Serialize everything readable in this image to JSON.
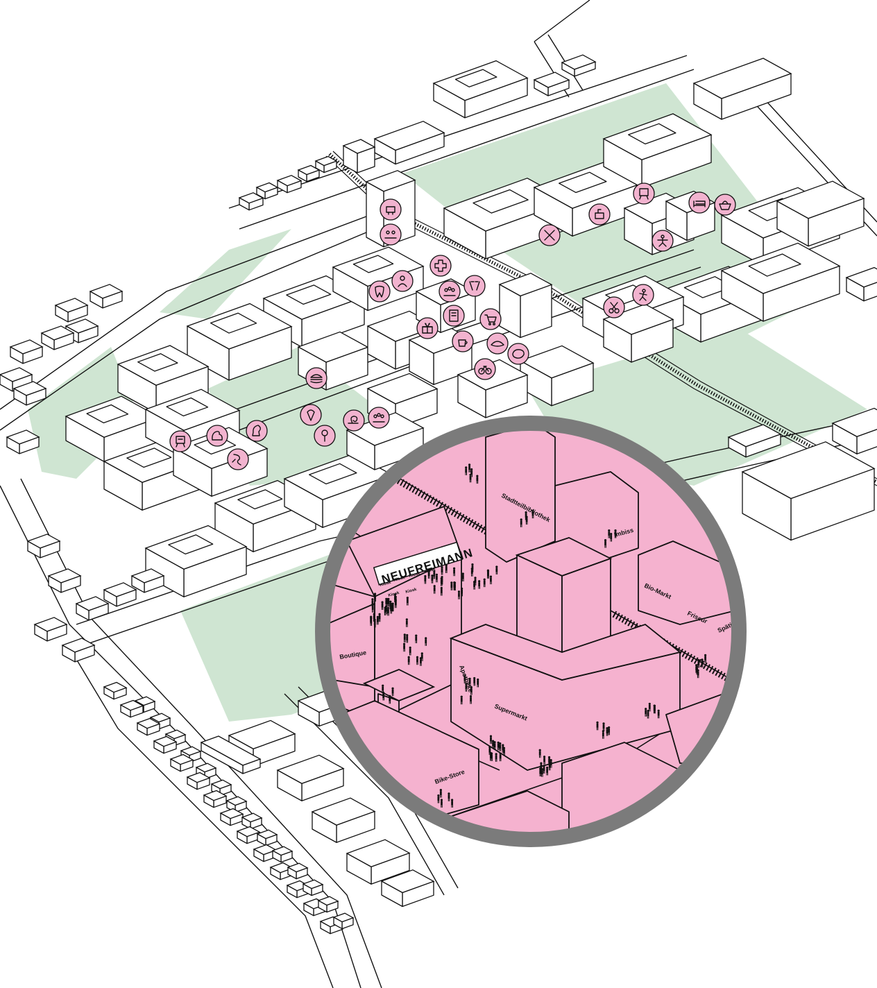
{
  "map": {
    "colors": {
      "green_space": "#cfe5d2",
      "poi_fill": "#f2b3cf",
      "zoom_fill": "#f5b2cf",
      "zoom_ring": "#7b7b7b",
      "outline": "#111111"
    },
    "poi_icons": [
      "office-icon",
      "meeting-icon",
      "pharmacy-cross-icon",
      "tooth-icon",
      "doctor-icon",
      "group-icon",
      "cheers-icon",
      "tools-icon",
      "sewing-icon",
      "shopping-cart-icon",
      "vending-icon",
      "gift-icon",
      "coffee-icon",
      "bicycle-icon",
      "meat-icon",
      "bread-icon",
      "scissors-icon",
      "yoga-icon",
      "easel-icon",
      "bed-icon",
      "basket-icon",
      "burger-icon",
      "ice-cream-icon",
      "lollipop-icon",
      "snail-icon",
      "group-icon",
      "strong-arm-icon",
      "head-profile-icon",
      "massage-icon",
      "workout-icon",
      "hairdresser-icon"
    ]
  },
  "zoom": {
    "sign_main": "NEUFREIMANN",
    "labels": {
      "stadtteilbibliothek": "Stadtteilbibliothek",
      "imbiss": "Imbiss",
      "bio_markt": "Bio-Markt",
      "friseur": "Friseur",
      "spaeti": "Späti",
      "boutique": "Boutique",
      "apotheke": "Apotheke",
      "supermarkt": "Supermarkt",
      "bike_store": "Bike-Store"
    },
    "kiosk_labels": [
      "Kiosk",
      "Kiosk",
      "Kiosk",
      "Kiosk",
      "Kiosk",
      "Kiosk"
    ]
  }
}
